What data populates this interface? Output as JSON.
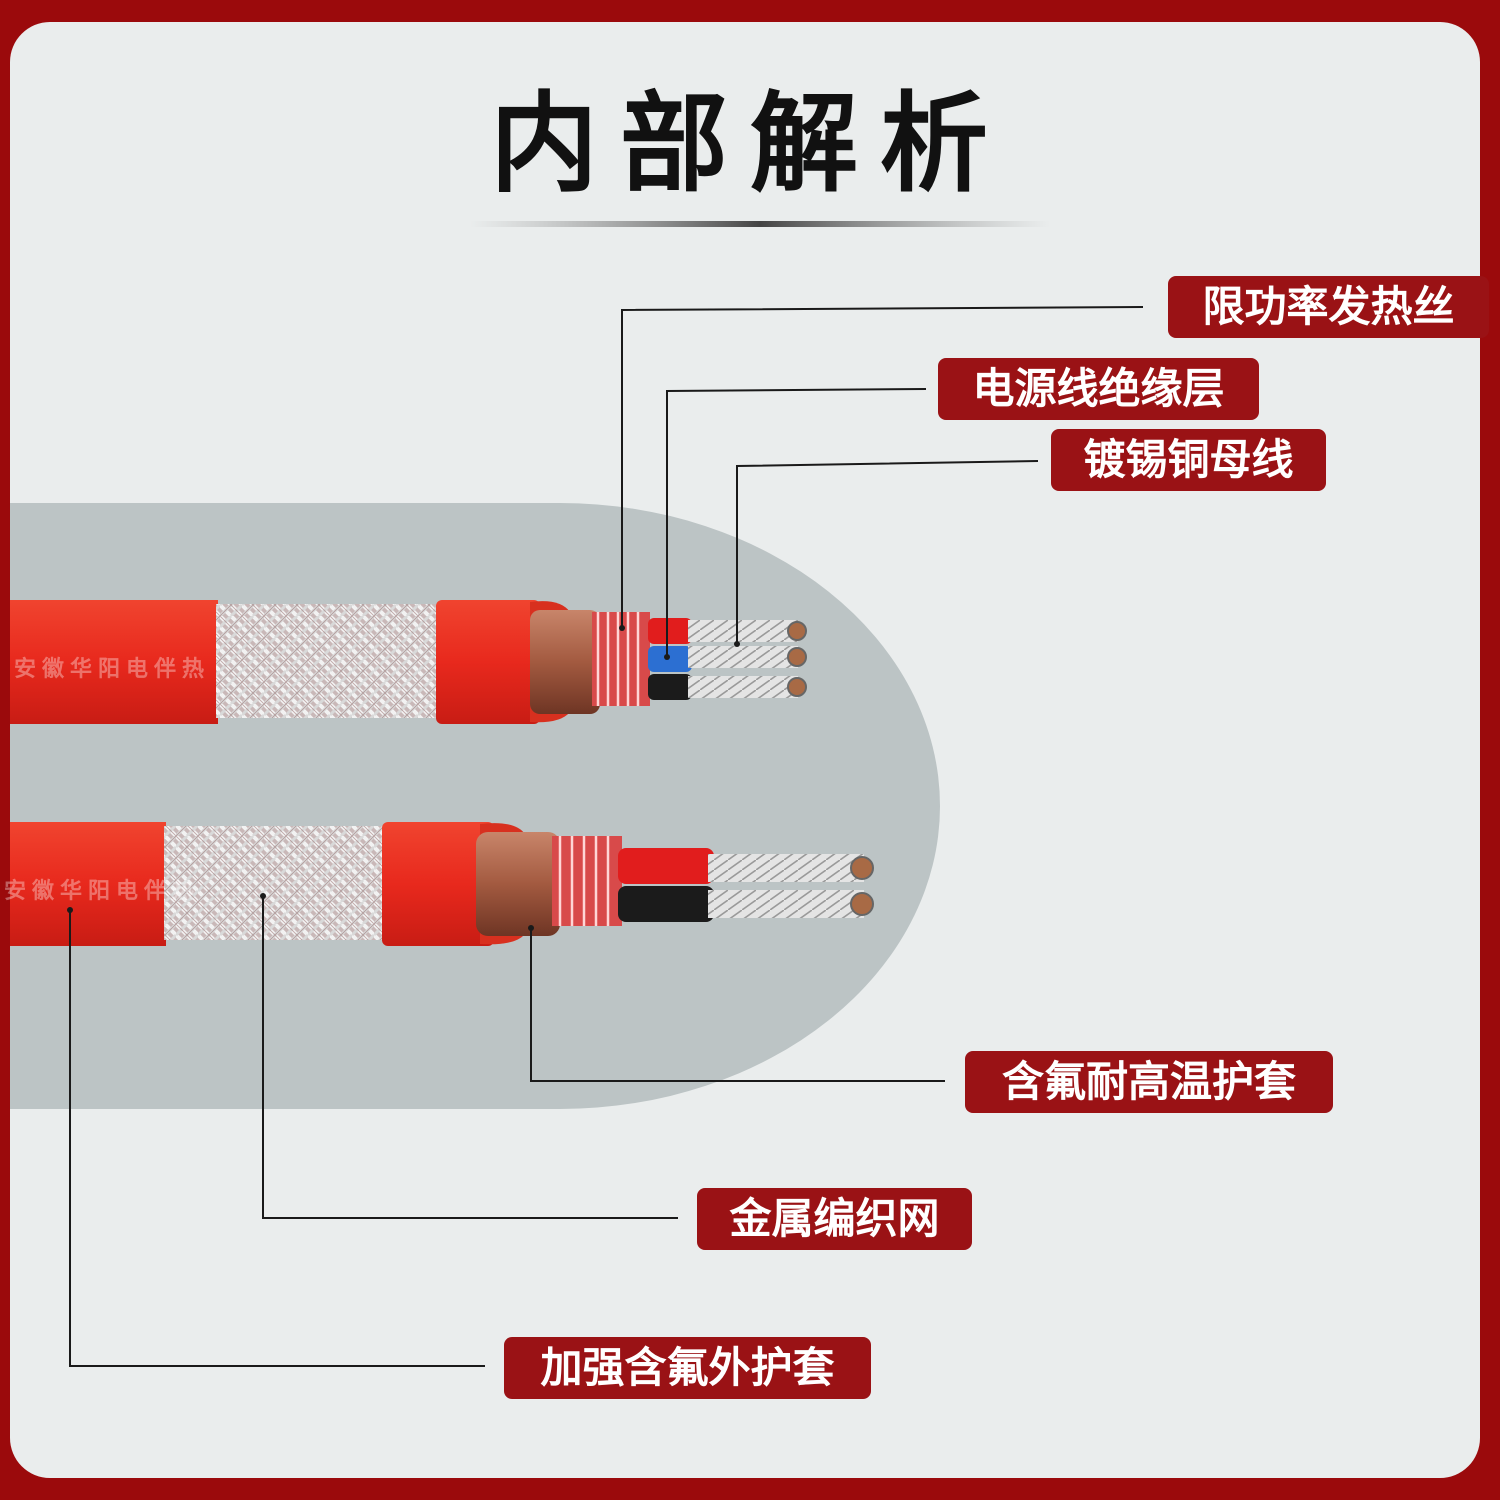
{
  "title": "内部解析",
  "watermark": "安徽华阳电伴热",
  "labels": {
    "heating_wire": "限功率发热丝",
    "power_insulation": "电源线绝缘层",
    "tinned_copper": "镀锡铜母线",
    "fluoro_jacket": "含氟耐高温护套",
    "metal_braid": "金属编织网",
    "outer_jacket": "加强含氟外护套"
  },
  "colors": {
    "frame": "#9b0a0c",
    "panel": "#eaeded",
    "label_bg": "#9a1215",
    "cable_red": "#e8291d"
  }
}
